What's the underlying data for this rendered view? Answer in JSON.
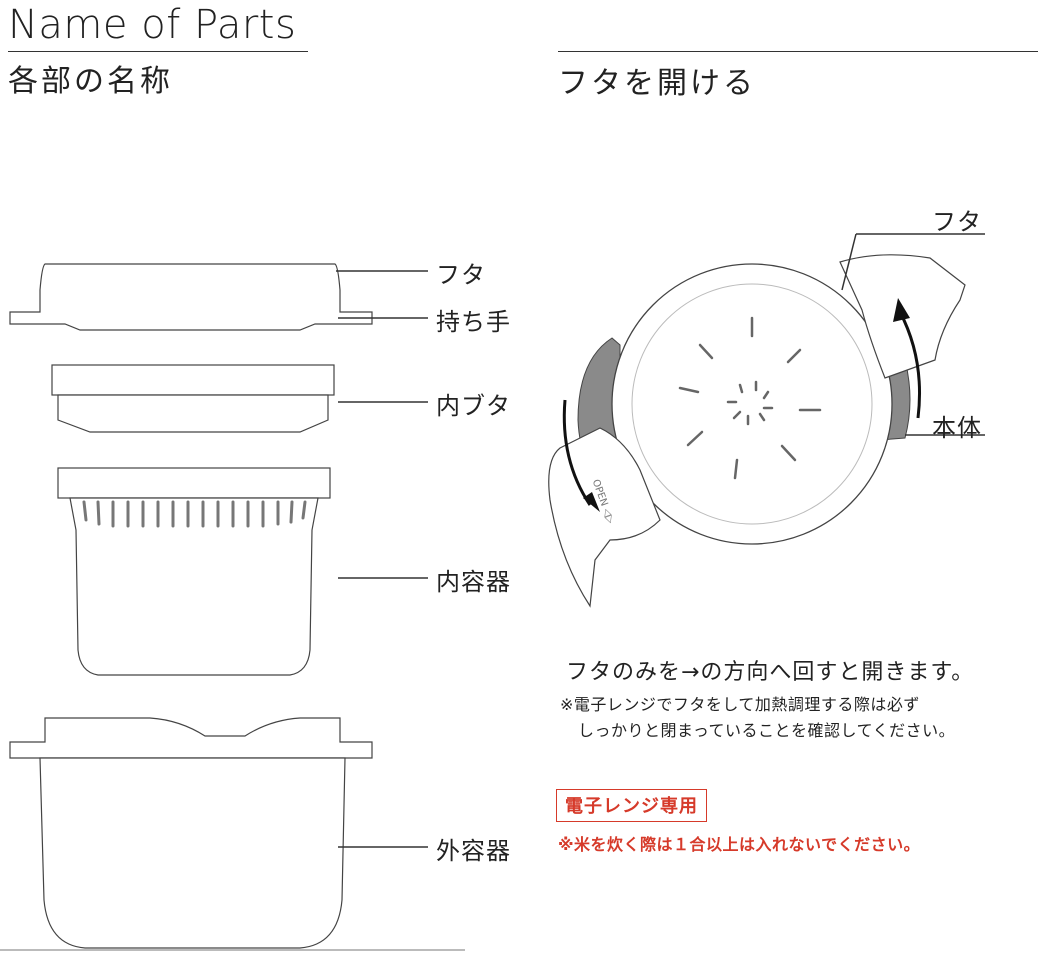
{
  "header": {
    "title_en": "Name of Parts",
    "title_ja": "各部の名称"
  },
  "parts": {
    "lid": "フタ",
    "handle": "持ち手",
    "inner_lid": "内ブタ",
    "inner_container": "内容器",
    "outer_container": "外容器"
  },
  "open_section": {
    "title": "フタを開ける",
    "label_lid": "フタ",
    "label_body": "本体",
    "open_marking": "OPEN ◁▷",
    "instruction": "フタのみを→の方向へ回すと開きます。",
    "note_line1": "※電子レンジでフタをして加熱調理する際は必ず",
    "note_line2": "しっかりと閉まっていることを確認してください。",
    "badge": "電子レンジ専用",
    "warning": "※米を炊く際は１合以上は入れないでください。"
  },
  "colors": {
    "line": "#333333",
    "accent_red": "#d63a2a",
    "body_grey": "#8a8a8a"
  }
}
